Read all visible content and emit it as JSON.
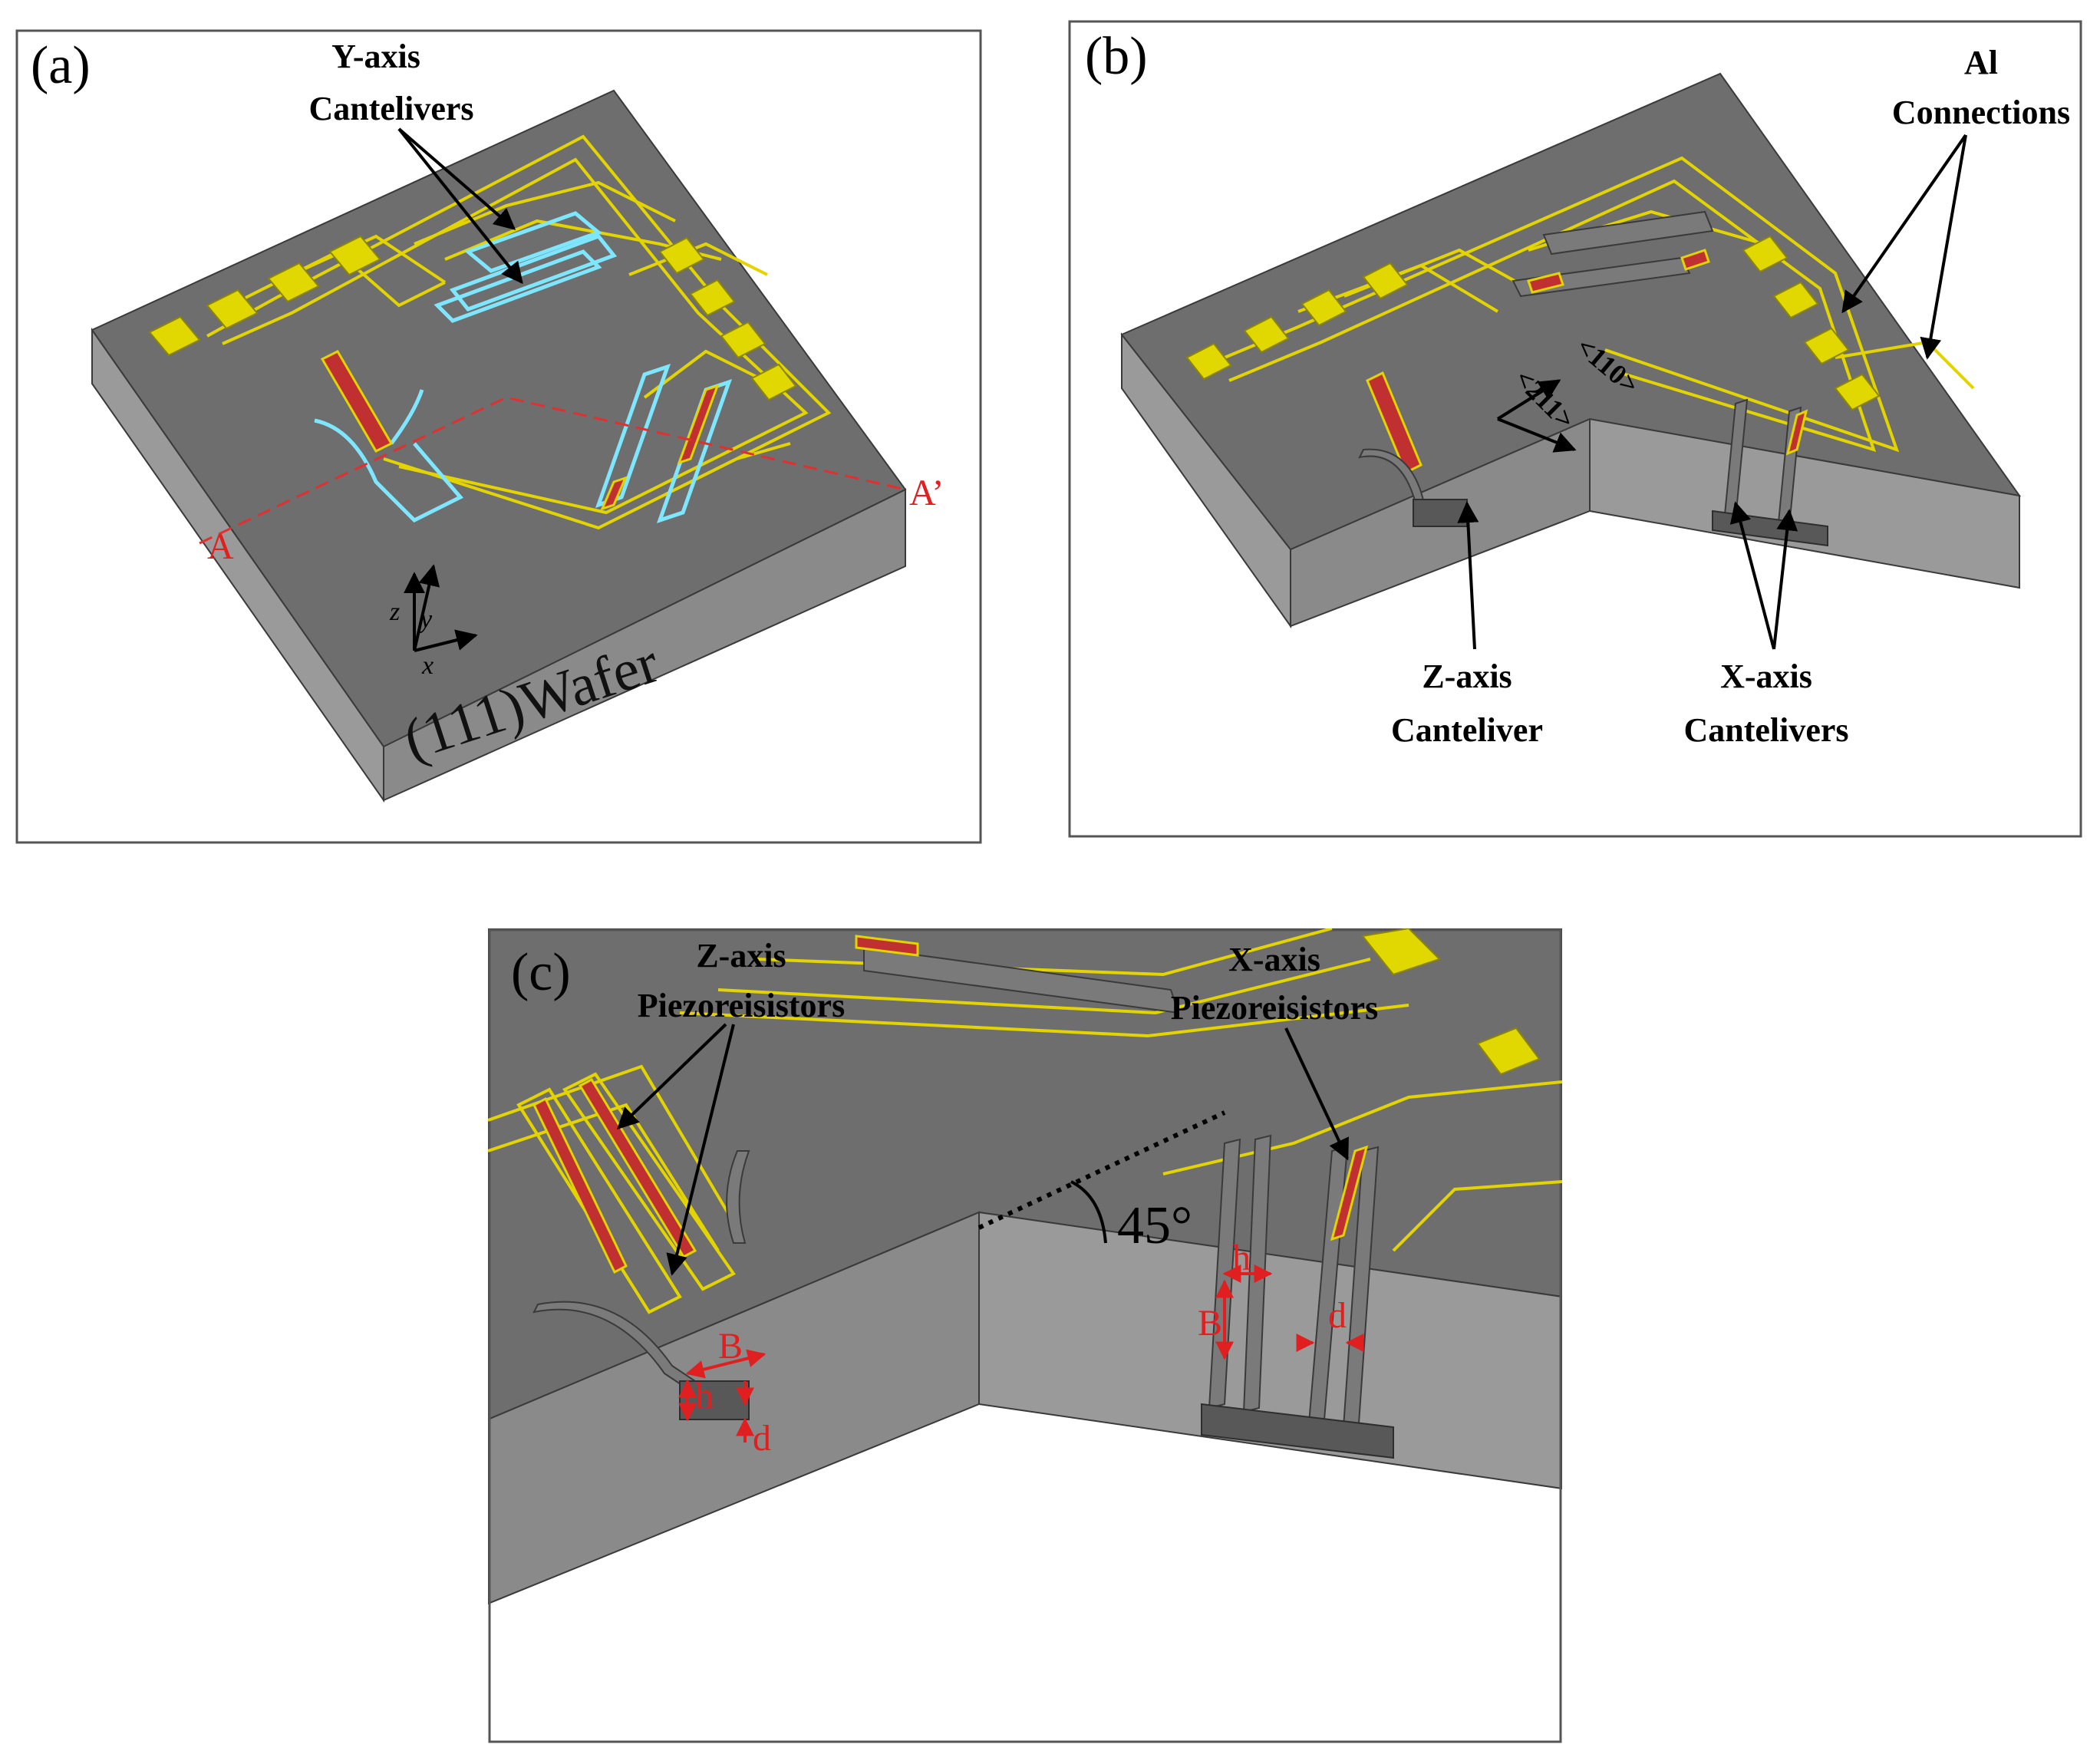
{
  "panel_a": {
    "label": "(a)",
    "callout_y_line1": "Y-axis",
    "callout_y_line2": "Cantelivers",
    "section_a": "A",
    "section_a_prime": "A’",
    "wafer_label": "(111)Wafer",
    "axis_z": "z",
    "axis_y": "y",
    "axis_x": "x"
  },
  "panel_b": {
    "label": "(b)",
    "callout_al_line1": "Al",
    "callout_al_line2": "Connections",
    "dir_110": "<110>",
    "dir_211": "<211>",
    "callout_z_line1": "Z-axis",
    "callout_z_line2": "Canteliver",
    "callout_x_line1": "X-axis",
    "callout_x_line2": "Cantelivers"
  },
  "panel_c": {
    "label": "(c)",
    "callout_zp_line1": "Z-axis",
    "callout_zp_line2": "Piezoreisistors",
    "callout_xp_line1": "X-axis",
    "callout_xp_line2": "Piezoreisistors",
    "angle": "45°",
    "dim_B": "B",
    "dim_h": "h",
    "dim_d": "d"
  },
  "colors": {
    "top_surface": "#6e6e6e",
    "side_surface": "#9a9a9a",
    "al_trace": "#e3d400",
    "cantilever_outline": "#7fe6ff",
    "piezoresistor": "#c03030",
    "dimension": "#e02020"
  }
}
